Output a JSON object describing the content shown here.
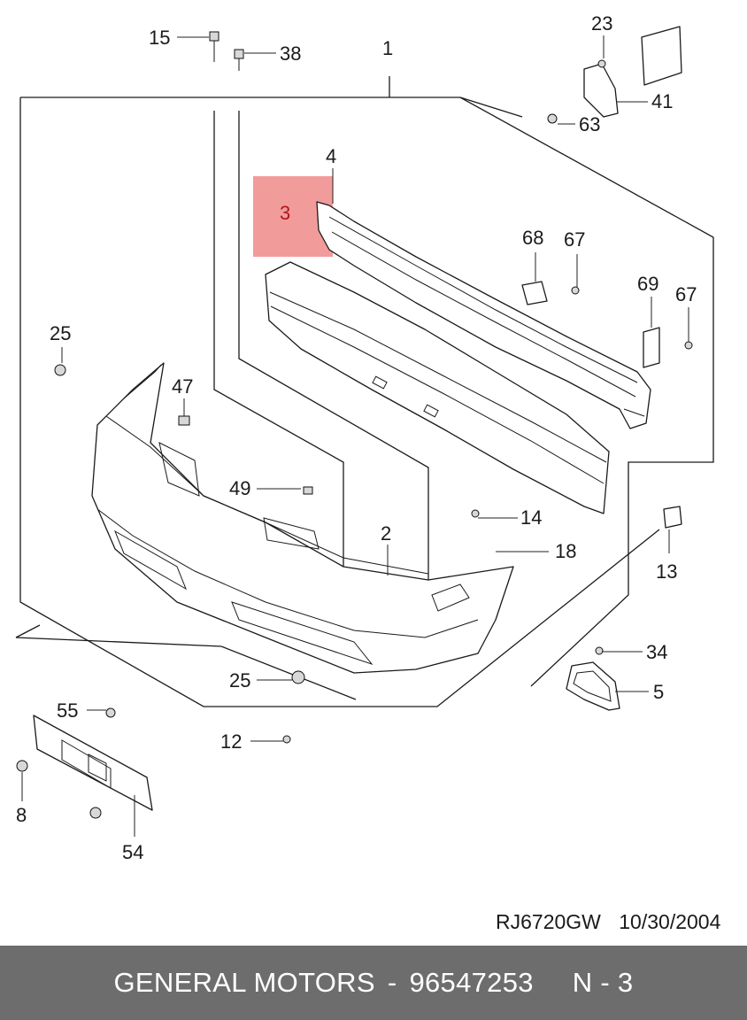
{
  "diagram": {
    "callouts": {
      "c1": "1",
      "c2": "2",
      "c3": "3",
      "c4": "4",
      "c5": "5",
      "c8": "8",
      "c12": "12",
      "c13": "13",
      "c14": "14",
      "c15": "15",
      "c18": "18",
      "c23": "23",
      "c25a": "25",
      "c25b": "25",
      "c34": "34",
      "c38": "38",
      "c41": "41",
      "c47": "47",
      "c49": "49",
      "c54": "54",
      "c55": "55",
      "c63": "63",
      "c67a": "67",
      "c67b": "67",
      "c68": "68",
      "c69": "69"
    },
    "highlighted_callout": "3",
    "highlight_color": "#f08a8a"
  },
  "reference": {
    "code": "RJ6720GW",
    "date": "10/30/2004"
  },
  "footer": {
    "brand": "GENERAL MOTORS",
    "separator": "-",
    "part_number": "96547253",
    "page": "N - 3",
    "background": "#6d6d6d"
  }
}
